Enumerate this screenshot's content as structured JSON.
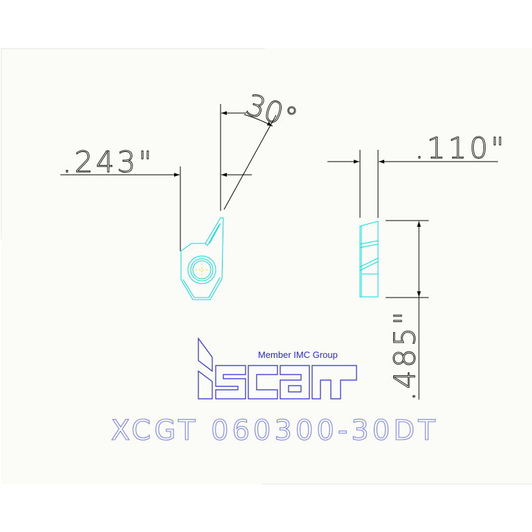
{
  "colors": {
    "background": "#ffffff",
    "sheet": "#fbfbf8",
    "linework": "#000000",
    "insert_outline": "#00dede",
    "insert_center": "#e8d800",
    "logo": "#2a2ad8",
    "code_text": "#7a86e8"
  },
  "dimensions": {
    "width_label": ".243\"",
    "angle_label": "30°",
    "thickness_label": ".110\"",
    "length_label": ".485\""
  },
  "logo": {
    "tagline": "Member IMC Group",
    "mark_name": "iscar"
  },
  "part_code": "XCGT 060300-30DT"
}
